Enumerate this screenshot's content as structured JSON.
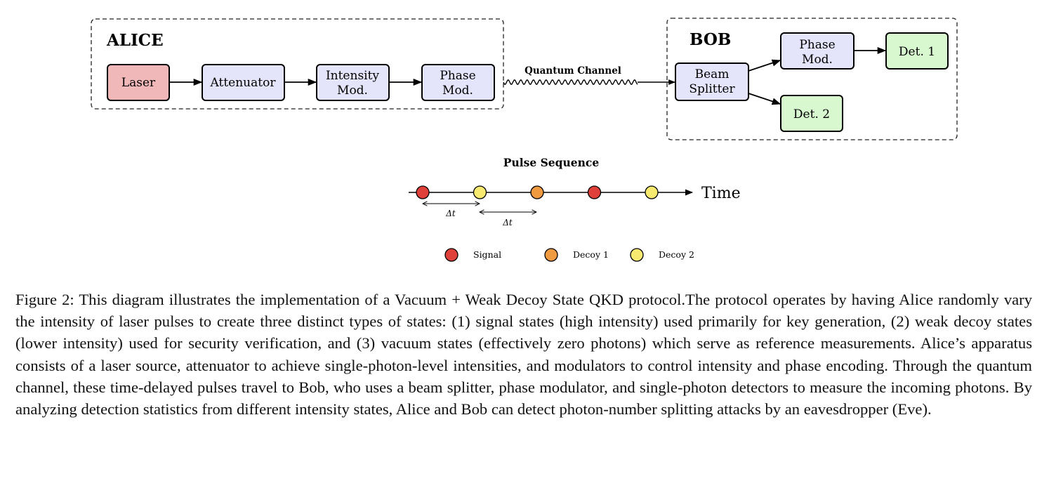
{
  "alice": {
    "title": "ALICE",
    "boxes": {
      "laser": [
        "Laser"
      ],
      "attenuator": [
        "Attenuator"
      ],
      "intensity_mod": [
        "Intensity",
        "Mod."
      ],
      "phase_mod": [
        "Phase",
        "Mod."
      ]
    }
  },
  "channel": {
    "label": "Quantum Channel"
  },
  "bob": {
    "title": "BOB",
    "boxes": {
      "beam_splitter": [
        "Beam",
        "Splitter"
      ],
      "phase_mod": [
        "Phase",
        "Mod."
      ],
      "det1": [
        "Det. 1"
      ],
      "det2": [
        "Det. 2"
      ]
    }
  },
  "pulse_sequence": {
    "title": "Pulse Sequence",
    "axis_label": "Time",
    "interval_label": "Δt",
    "pulses": [
      "Signal",
      "Decoy 2",
      "Decoy 1",
      "Signal",
      "Decoy 2"
    ]
  },
  "legend": {
    "items": [
      {
        "key": "Signal",
        "label": "Signal",
        "color": "#e0403a"
      },
      {
        "key": "Decoy 1",
        "label": "Decoy 1",
        "color": "#ef9a40"
      },
      {
        "key": "Decoy 2",
        "label": "Decoy 2",
        "color": "#f8ea70"
      }
    ]
  },
  "colors": {
    "laser_fill": "#f0b8b8",
    "module_fill": "#e4e4fa",
    "detector_fill": "#d8f8d0"
  },
  "caption": "Figure 2: This diagram illustrates the implementation of a Vacuum + Weak Decoy State QKD protocol.The protocol operates by having Alice randomly vary the intensity of laser pulses to create three distinct types of states: (1) signal states (high intensity) used primarily for key generation, (2) weak decoy states (lower intensity) used for security verification, and (3) vacuum states (effectively zero photons) which serve as reference measurements.  Alice’s apparatus consists of a laser source, attenuator to achieve single-photon-level intensities, and modulators to control intensity and phase encoding. Through the quantum channel, these time-delayed pulses travel to Bob, who uses a beam splitter, phase modulator, and single-photon detectors to measure the incoming photons.  By analyzing detection statistics from different intensity states, Alice and Bob can detect photon-number splitting attacks by an eavesdropper (Eve)."
}
